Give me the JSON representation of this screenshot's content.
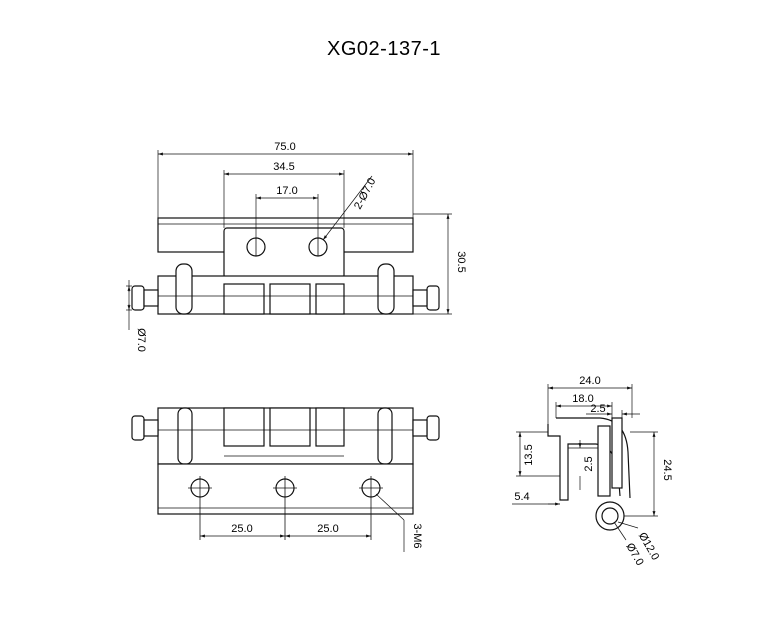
{
  "title": "XG02-137-1",
  "dims": {
    "top_total": "75.0",
    "top_hole_span": "34.5",
    "top_inner": "17.0",
    "top_holes": "2-Ø7.0",
    "top_height": "30.5",
    "top_pin": "Ø7.0",
    "bottom_pitch_1": "25.0",
    "bottom_pitch_2": "25.0",
    "bottom_threads": "3-M6",
    "side_width": "24.0",
    "side_inner": "18.0",
    "side_thick": "2.5",
    "side_height": "13.5",
    "side_gap": "2.5",
    "side_total_h": "24.5",
    "side_offset": "5.4",
    "side_outer_dia": "Ø12.0",
    "side_pin_dia": "Ø7.0"
  }
}
